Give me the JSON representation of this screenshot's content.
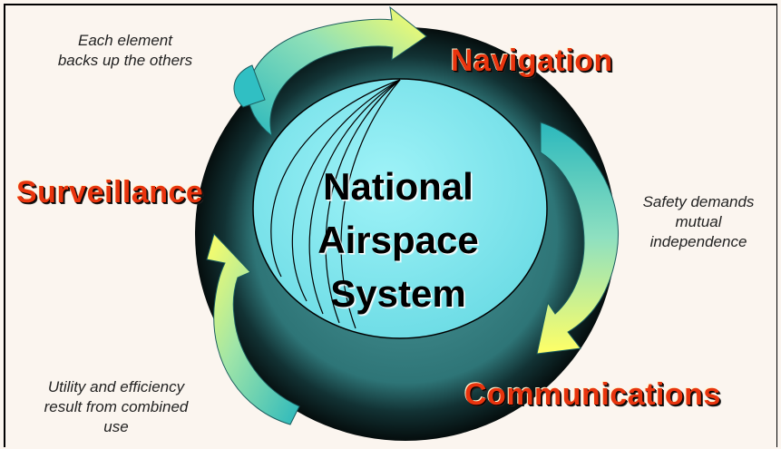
{
  "diagram": {
    "center_title_lines": [
      "National",
      "Airspace",
      "System"
    ],
    "nodes": {
      "navigation": "Navigation",
      "surveillance": "Surveillance",
      "communications": "Communications"
    },
    "notes": {
      "top_left": "Each element\nbacks up the others",
      "right": "Safety demands\nmutual\nindependence",
      "bottom_left": "Utility and efficiency\nresult from combined\nuse"
    },
    "colors": {
      "background": "#fbf5ef",
      "ring_dark": "#0a1c1c",
      "ring_mid": "#2a6e70",
      "globe": "#7fe7ef",
      "arrow_teal": "#37c0c4",
      "arrow_yellow": "#ffff66",
      "label_red": "#e8340e"
    }
  }
}
